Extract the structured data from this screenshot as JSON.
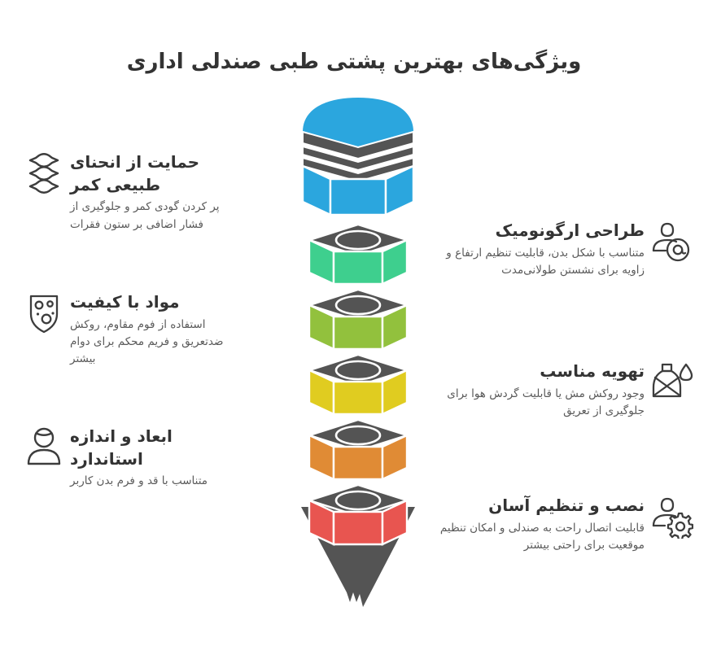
{
  "header": {
    "title": "ویژگی‌های بهترین پشتی طبی صندلی اداری"
  },
  "colors": {
    "blue": "#2BA6DE",
    "green": "#3ECF8E",
    "olive": "#92C13D",
    "yellow": "#E0CC20",
    "orange": "#E08B35",
    "red": "#E85550",
    "gray": "#545454",
    "title_text": "#333333",
    "body_text": "#5a5a5a",
    "background": "#FFFFFF"
  },
  "features": [
    {
      "id": "lumbar-support",
      "side": "left",
      "icon": "spine-icon",
      "title": "حمایت از انحنای طبیعی کمر",
      "description": "پر کردن گودی کمر و جلوگیری از فشار اضافی بر ستون فقرات"
    },
    {
      "id": "ergonomic-design",
      "side": "right",
      "icon": "person-at-icon",
      "title": "طراحی ارگونومیک",
      "description": "متناسب با شکل بدن، قابلیت تنظیم ارتفاع و زاویه برای نشستن طولانی‌مدت"
    },
    {
      "id": "quality-materials",
      "side": "left",
      "icon": "shield-dots-icon",
      "title": "مواد با کیفیت",
      "description": "استفاده از فوم مقاوم، روکش ضدتعریق و فریم محکم برای دوام بیشتر"
    },
    {
      "id": "proper-ventilation",
      "side": "right",
      "icon": "no-sweat-bottle-icon",
      "title": "تهویه مناسب",
      "description": "وجود روکش مش یا قابلیت گردش هوا برای جلوگیری از تعریق"
    },
    {
      "id": "standard-dimensions",
      "side": "left",
      "icon": "person-icon",
      "title": "ابعاد و اندازه استاندارد",
      "description": "متناسب با قد و فرم بدن کاربر"
    },
    {
      "id": "easy-installation",
      "side": "right",
      "icon": "person-gear-icon",
      "title": "نصب و تنظیم آسان",
      "description": "قابلیت اتصال راحت به صندلی و امکان تنظیم موقعیت برای راحتی بیشتر"
    }
  ],
  "funnel": {
    "type": "stacked-hex-funnel",
    "layer_count": 6,
    "layers": [
      {
        "name": "layer-blue",
        "color": "#2BA6DE",
        "shape": "cylinder-banded"
      },
      {
        "name": "layer-green",
        "color": "#3ECF8E",
        "shape": "hex-nut"
      },
      {
        "name": "layer-olive",
        "color": "#92C13D",
        "shape": "hex-nut"
      },
      {
        "name": "layer-yellow",
        "color": "#E0CC20",
        "shape": "hex-nut"
      },
      {
        "name": "layer-orange",
        "color": "#E08B35",
        "shape": "hex-nut"
      },
      {
        "name": "layer-red",
        "color": "#E85550",
        "shape": "hex-nut"
      }
    ],
    "tip": {
      "name": "funnel-cone",
      "color": "#545454"
    }
  }
}
